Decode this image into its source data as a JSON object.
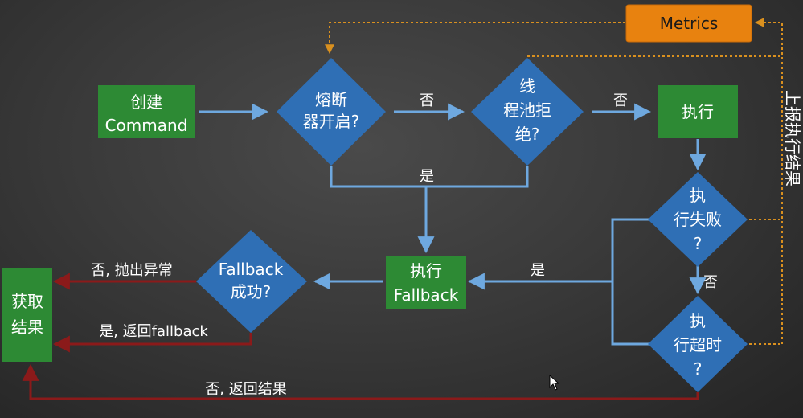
{
  "nodes": {
    "create_command": {
      "line1": "创建",
      "line2": "Command"
    },
    "circuit_open": {
      "line1": "熔断",
      "line2": "器开启?"
    },
    "threadpool_reject": {
      "line1": "线",
      "line2": "程池拒",
      "line3": "绝?"
    },
    "execute": {
      "label": "执行"
    },
    "exec_failed": {
      "line1": "执",
      "line2": "行失败",
      "line3": "?"
    },
    "exec_timeout": {
      "line1": "执",
      "line2": "行超时",
      "line3": "?"
    },
    "exec_fallback": {
      "line1": "执行",
      "line2": "Fallback"
    },
    "fallback_success": {
      "line1": "Fallback",
      "line2": "成功?"
    },
    "get_result": {
      "line1": "获取",
      "line2": "结果"
    },
    "metrics": {
      "label": "Metrics"
    }
  },
  "edges": {
    "circuit_no": "否",
    "threadpool_no": "否",
    "reject_yes": "是",
    "failed_yes": "是",
    "failed_no": "否",
    "fallback_fail": "否, 抛出异常",
    "fallback_ok": "是, 返回fallback",
    "timeout_no": "否, 返回结果",
    "report": "上报执行结果"
  },
  "colors": {
    "green": "#2d8a34",
    "blue": "#2f6fb5",
    "orange": "#e8820f",
    "arrow_blue": "#6ea8df",
    "arrow_red": "#8b1a1a",
    "dotted_orange": "#d9901f"
  }
}
